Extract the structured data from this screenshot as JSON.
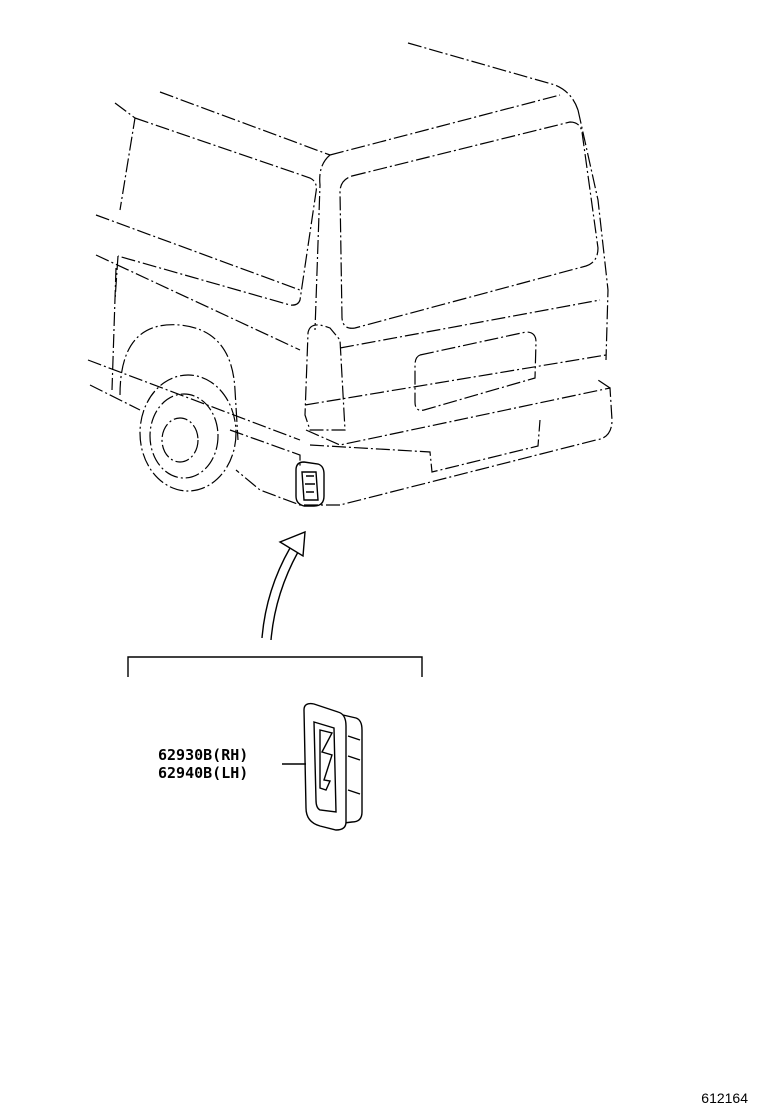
{
  "parts": [
    {
      "part_number": "62930B",
      "side": "RH",
      "label": "62930B(RH)"
    },
    {
      "part_number": "62940B",
      "side": "LH",
      "label": "62940B(LH)"
    }
  ],
  "figure_id": "612164",
  "line_color": "#000000",
  "background_color": "#ffffff"
}
